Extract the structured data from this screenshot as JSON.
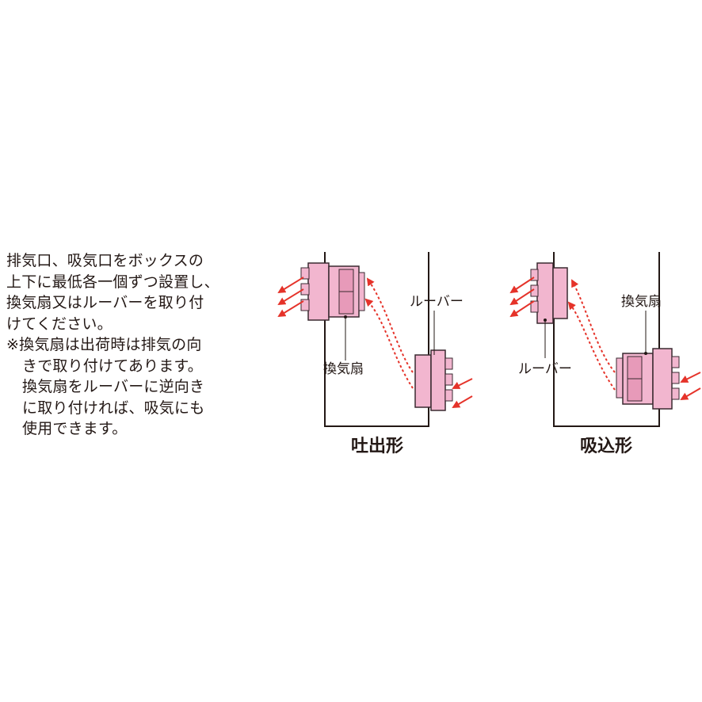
{
  "description": {
    "lines": [
      "排気口、吸気口をボックスの",
      "上下に最低各一個ずつ設置し、",
      "換気扇又はルーバーを取り付",
      "けてください。"
    ],
    "note_lines": [
      "※換気扇は出荷時は排気の向",
      "きで取り付けてあります。",
      "換気扇をルーバーに逆向き",
      "に取り付ければ、吸気にも",
      "使用できます。"
    ]
  },
  "diagrams": [
    {
      "caption": "吐出形",
      "upper_label": "ルーバー",
      "lower_label": "換気扇"
    },
    {
      "caption": "吸込形",
      "upper_label": "換気扇",
      "lower_label": "ルーバー"
    }
  ],
  "colors": {
    "device_fill": "#f2b6cf",
    "device_stroke": "#3a2a30",
    "arrow": "#e5332a",
    "box_line": "#231815"
  }
}
